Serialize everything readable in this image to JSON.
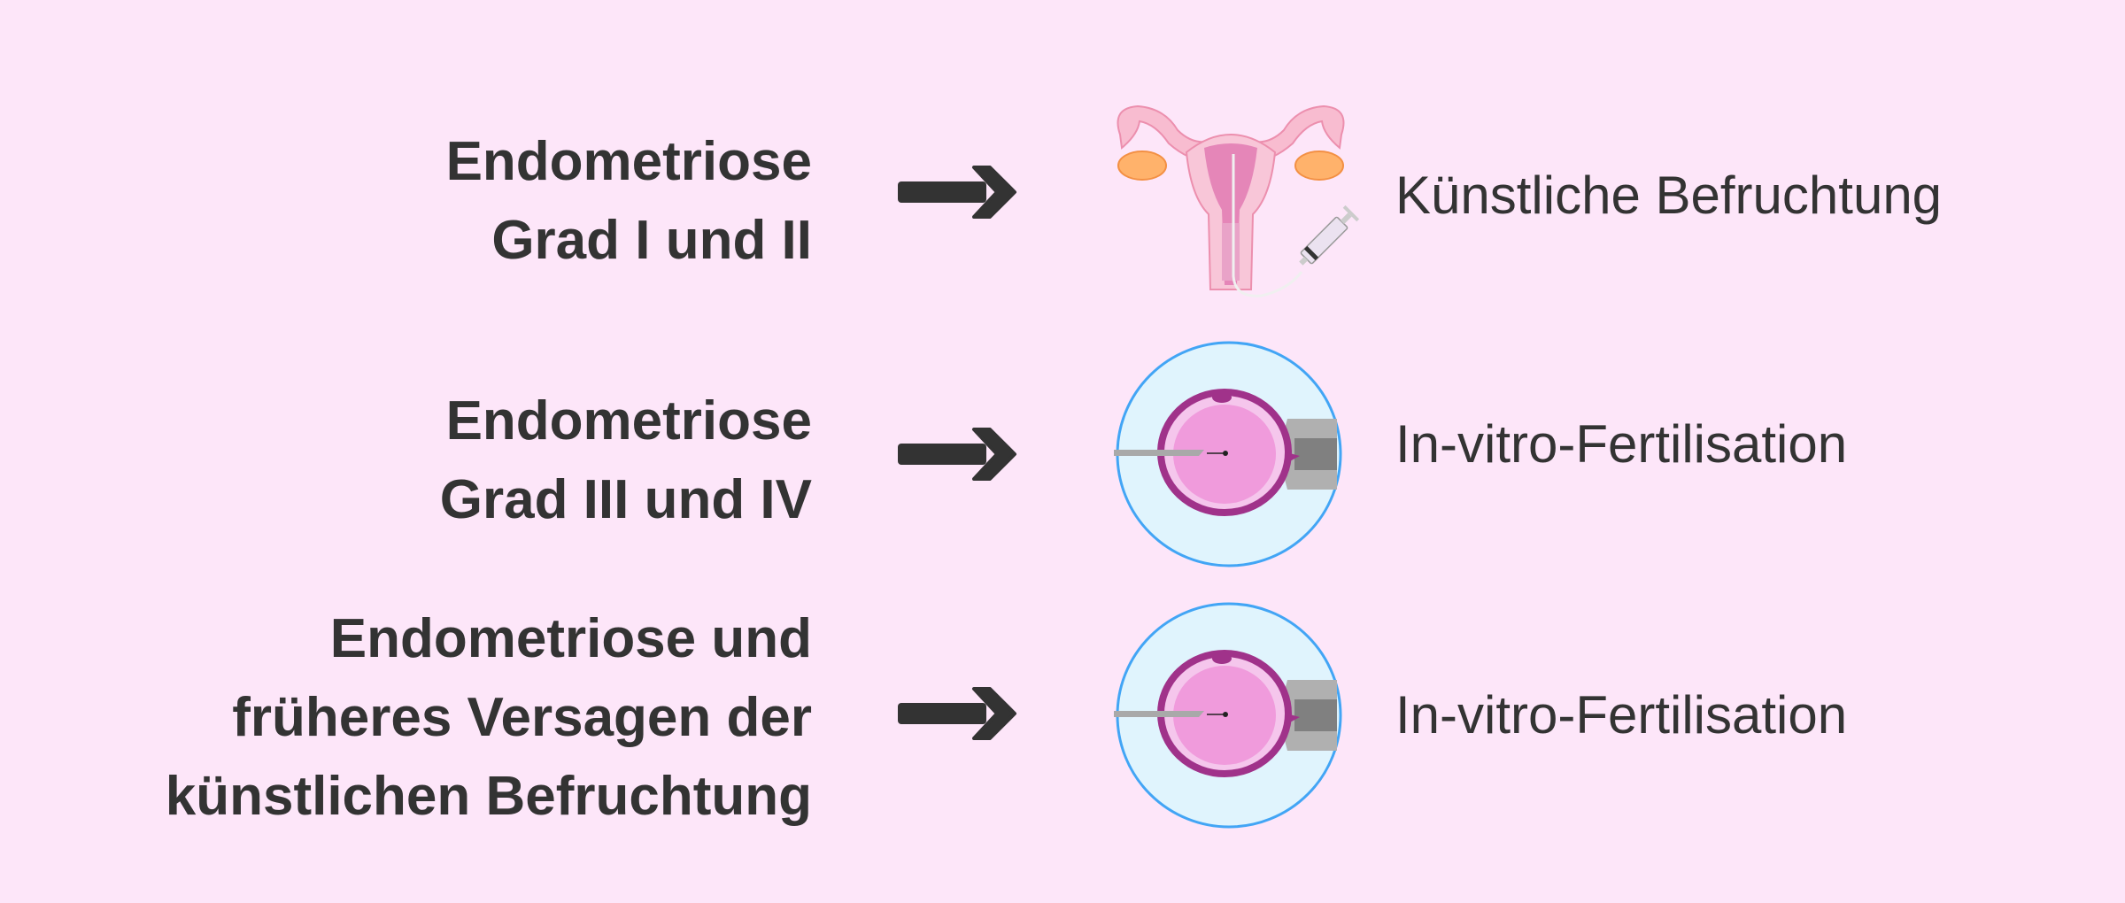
{
  "rows": [
    {
      "condition_lines": [
        "Endometriose",
        "Grad I und II"
      ],
      "treatment": "Künstliche Befruchtung",
      "illustration": "uterus-insemination-icon"
    },
    {
      "condition_lines": [
        "Endometriose",
        "Grad III und IV"
      ],
      "treatment": "In-vitro-Fertilisation",
      "illustration": "egg-icsi-icon"
    },
    {
      "condition_lines": [
        "Endometriose und",
        "früheres Versagen der",
        "künstlichen Befruchtung"
      ],
      "treatment": "In-vitro-Fertilisation",
      "illustration": "egg-icsi-icon"
    }
  ],
  "colors": {
    "background": "#fde6f9",
    "text": "#333333",
    "arrow": "#333333",
    "zona": "#42a5f5",
    "egg": "#f09bdc"
  }
}
